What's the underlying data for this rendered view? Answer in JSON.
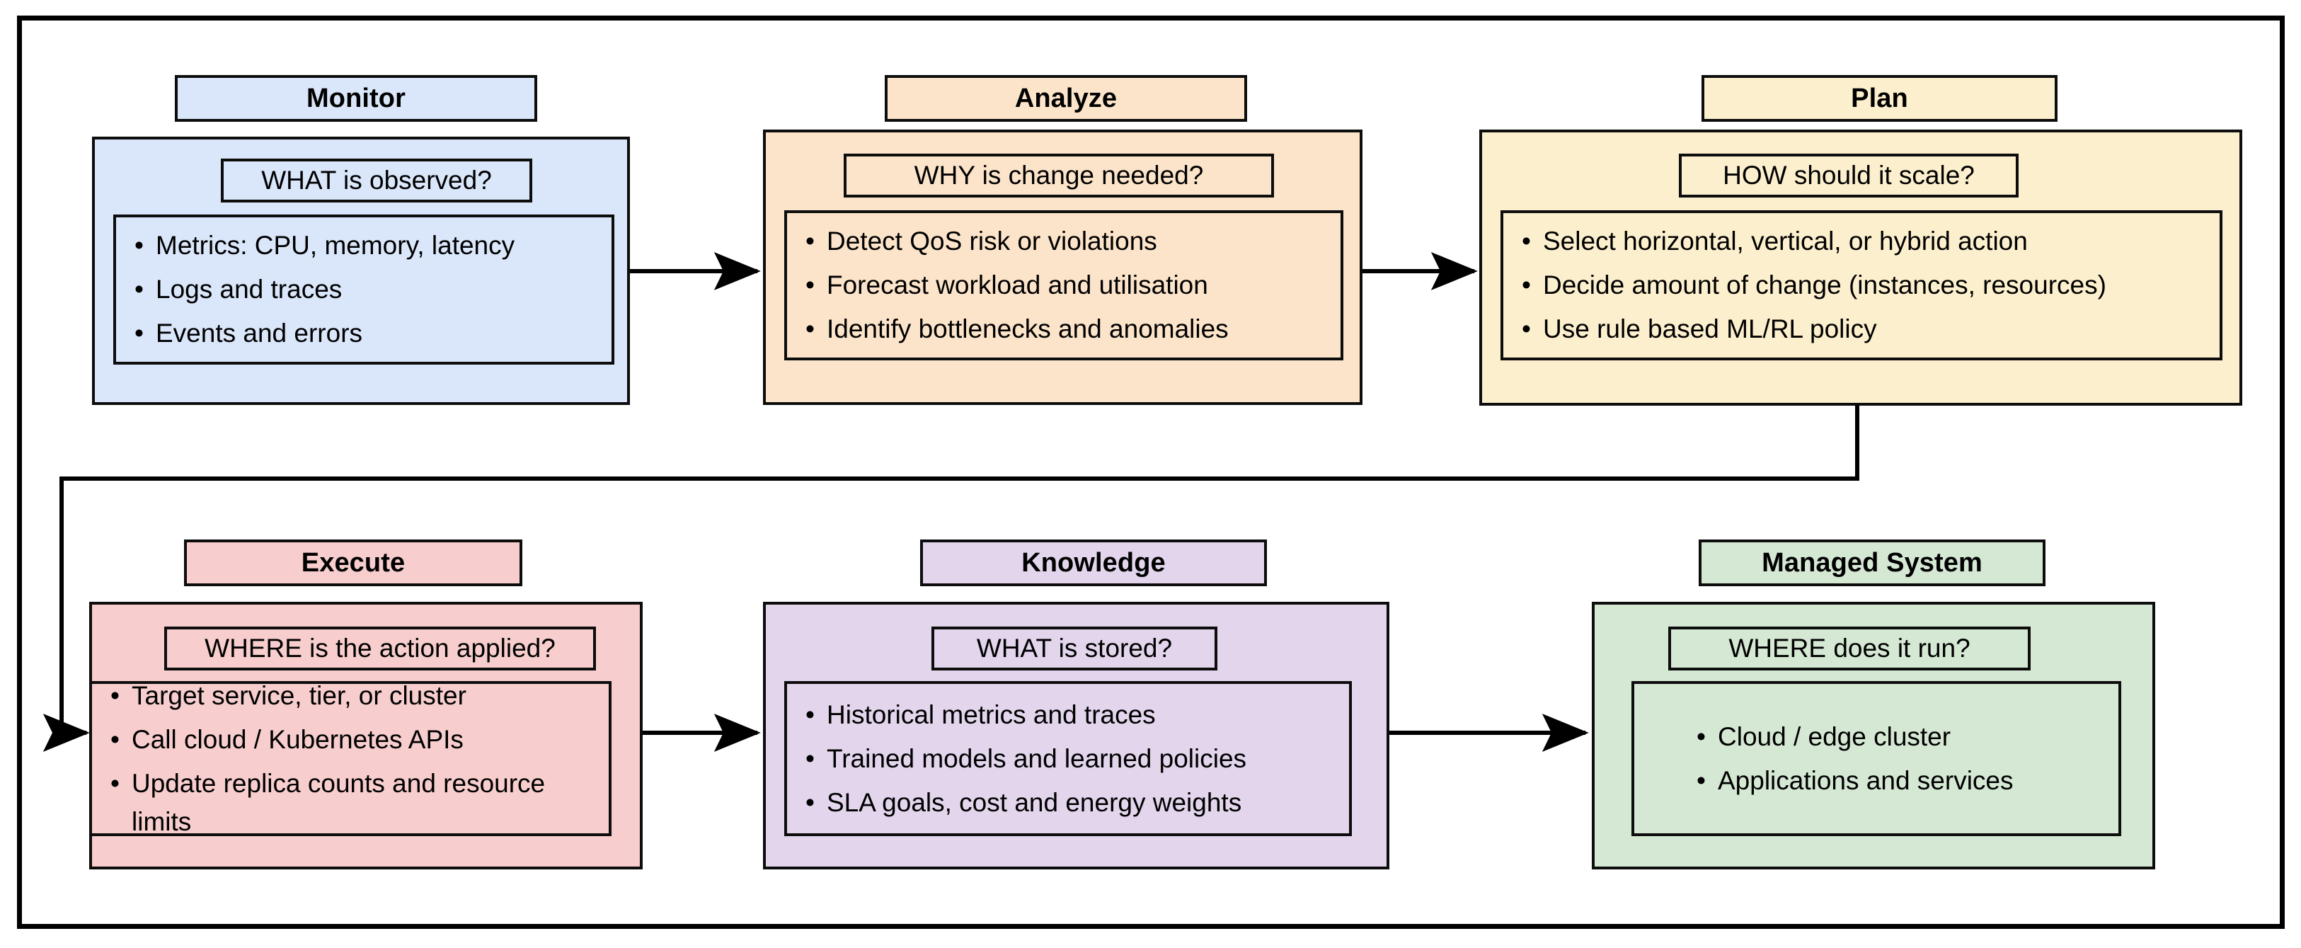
{
  "diagram": {
    "title_semantic": "MAPE-K autoscaling control loop",
    "frame_color": "#000000",
    "stages": [
      {
        "id": "monitor",
        "name": "Monitor",
        "question": "WHAT is observed?",
        "fill": "#dae6fa",
        "items": [
          "Metrics: CPU, memory, latency",
          "Logs and traces",
          "Events and errors"
        ]
      },
      {
        "id": "analyze",
        "name": "Analyze",
        "question": "WHY is change needed?",
        "fill": "#fce4ca",
        "items": [
          "Detect QoS risk or violations",
          "Forecast workload and utilisation",
          "Identify bottlenecks and anomalies"
        ]
      },
      {
        "id": "plan",
        "name": "Plan",
        "question": "HOW should it scale?",
        "fill": "#fcefcd",
        "items": [
          "Select horizontal, vertical, or hybrid action",
          "Decide amount of change (instances, resources)",
          "Use rule based ML/RL policy"
        ]
      },
      {
        "id": "execute",
        "name": "Execute",
        "question": "WHERE is the action applied?",
        "fill": "#f7cdcd",
        "items": [
          "Target service, tier, or cluster",
          "Call cloud / Kubernetes APIs",
          "Update replica counts and resource limits"
        ]
      },
      {
        "id": "knowledge",
        "name": "Knowledge",
        "question": "WHAT is stored?",
        "fill": "#e2d5ec",
        "items": [
          "Historical metrics and traces",
          "Trained models and learned policies",
          "SLA goals, cost and energy weights"
        ]
      },
      {
        "id": "managed-system",
        "name": "Managed System",
        "question": "WHERE does it run?",
        "fill": "#d5e8d4",
        "items": [
          "Cloud / edge cluster",
          "Applications and services"
        ]
      }
    ],
    "connectors": [
      {
        "id": "monitor-to-analyze",
        "from": "monitor",
        "to": "analyze",
        "kind": "arrow-right"
      },
      {
        "id": "analyze-to-plan",
        "from": "analyze",
        "to": "plan",
        "kind": "arrow-right"
      },
      {
        "id": "plan-to-execute",
        "from": "plan",
        "to": "execute",
        "kind": "elbow-down-left-arrow"
      },
      {
        "id": "execute-to-knowledge",
        "from": "execute",
        "to": "knowledge",
        "kind": "arrow-right"
      },
      {
        "id": "knowledge-to-managed-system",
        "from": "knowledge",
        "to": "managed-system",
        "kind": "arrow-right"
      }
    ]
  }
}
